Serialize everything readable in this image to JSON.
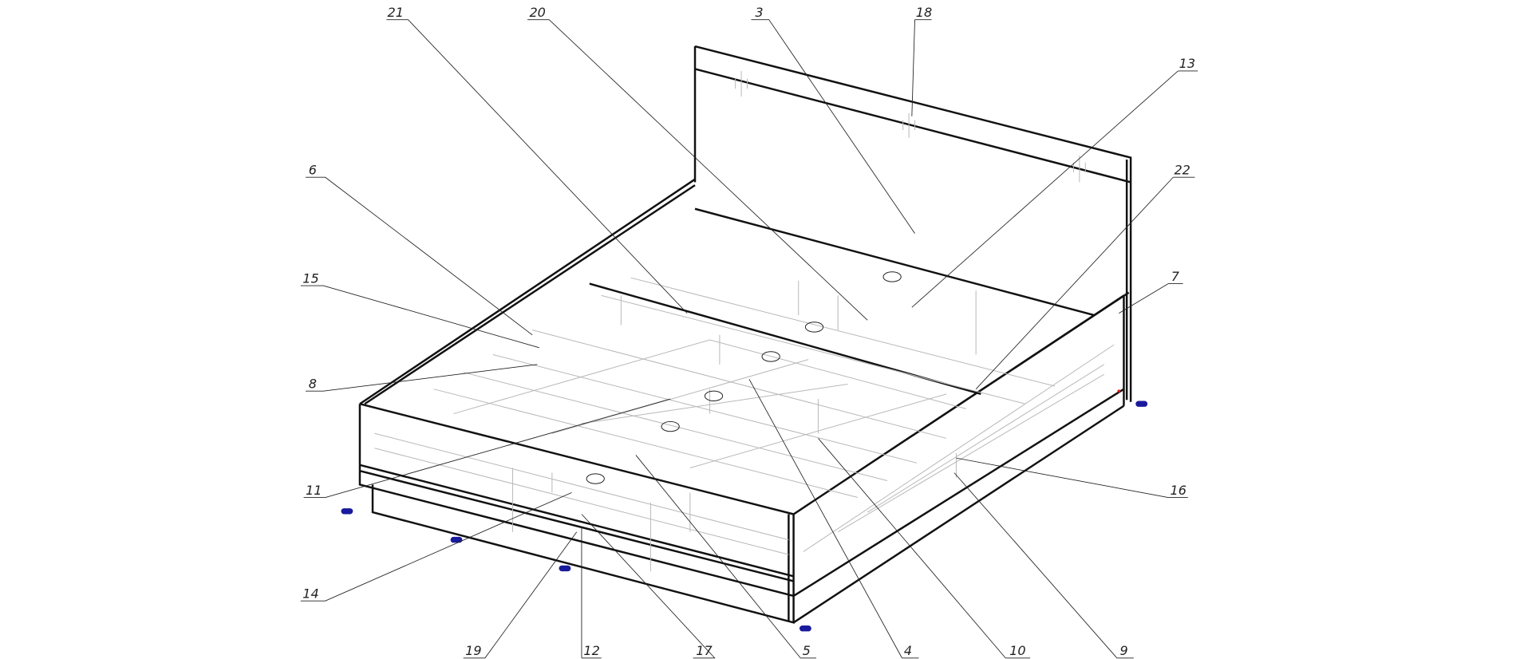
{
  "drawing": {
    "title": "Bed assembly exploded view",
    "callouts": [
      {
        "id": "21",
        "label": "21"
      },
      {
        "id": "20",
        "label": "20"
      },
      {
        "id": "3",
        "label": "3"
      },
      {
        "id": "18",
        "label": "18"
      },
      {
        "id": "13",
        "label": "13"
      },
      {
        "id": "22",
        "label": "22"
      },
      {
        "id": "6",
        "label": "6"
      },
      {
        "id": "15",
        "label": "15"
      },
      {
        "id": "8",
        "label": "8"
      },
      {
        "id": "7",
        "label": "7"
      },
      {
        "id": "11",
        "label": "11"
      },
      {
        "id": "16",
        "label": "16"
      },
      {
        "id": "14",
        "label": "14"
      },
      {
        "id": "19",
        "label": "19"
      },
      {
        "id": "12",
        "label": "12"
      },
      {
        "id": "17",
        "label": "17"
      },
      {
        "id": "5",
        "label": "5"
      },
      {
        "id": "4",
        "label": "4"
      },
      {
        "id": "10",
        "label": "10"
      },
      {
        "id": "9",
        "label": "9"
      }
    ],
    "colors": {
      "line": "#111111",
      "hidden": "#b8b8b8",
      "foot": "#1a1a9c",
      "marker": "#e01010"
    }
  }
}
